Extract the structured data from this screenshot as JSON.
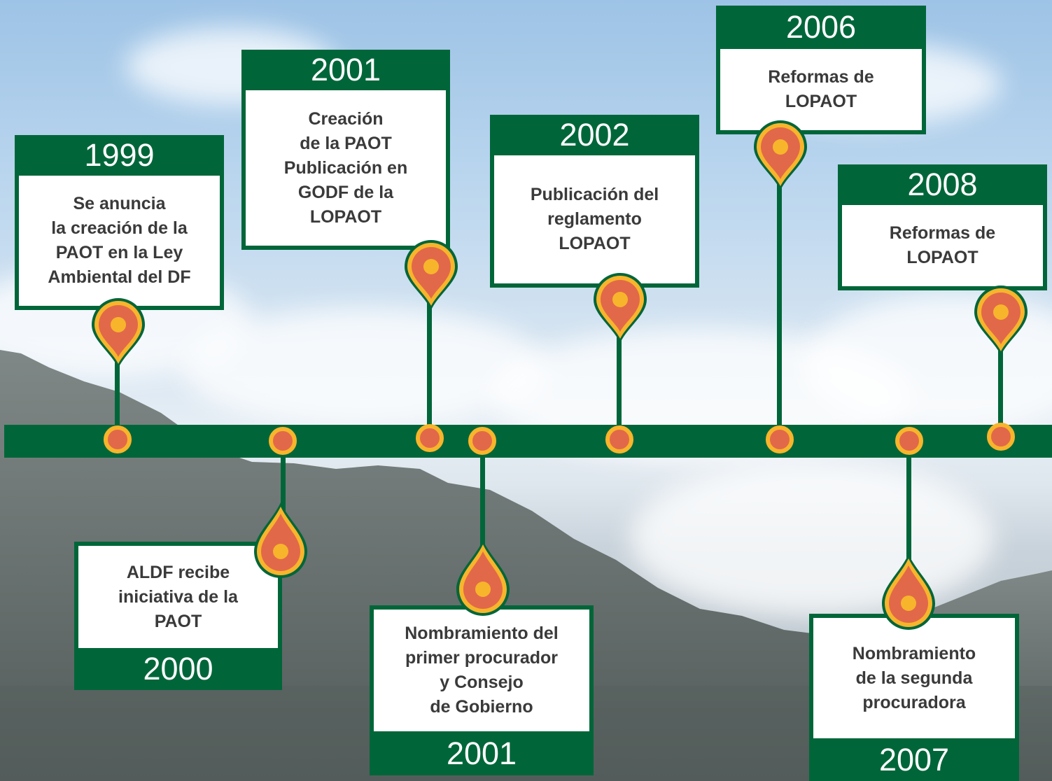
{
  "colors": {
    "green": "#006639",
    "orange": "#e2684a",
    "yellow": "#f7b52b"
  },
  "events": [
    {
      "year": "1999",
      "text": "Se anuncia\nla creación de la\nPAOT en la Ley\nAmbiental del DF"
    },
    {
      "year": "2000",
      "text": "ALDF recibe\niniciativa de la\nPAOT"
    },
    {
      "year": "2001",
      "text": "Creación\nde la PAOT\nPublicación en\nGODF de la\nLOPAOT"
    },
    {
      "year": "2001",
      "text": "Nombramiento del\nprimer procurador\ny Consejo\nde Gobierno"
    },
    {
      "year": "2002",
      "text": "Publicación del\nreglamento\nLOPAOT"
    },
    {
      "year": "2006",
      "text": "Reformas de\nLOPAOT"
    },
    {
      "year": "2007",
      "text": "Nombramiento\nde la segunda\nprocuradora"
    },
    {
      "year": "2008",
      "text": "Reformas de\nLOPAOT"
    }
  ]
}
